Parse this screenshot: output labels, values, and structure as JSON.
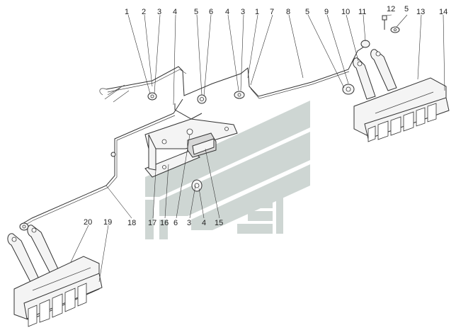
{
  "diagram": {
    "callouts": [
      {
        "id": "c1a",
        "label": "1"
      },
      {
        "id": "c2",
        "label": "2"
      },
      {
        "id": "c3a",
        "label": "3"
      },
      {
        "id": "c4a",
        "label": "4"
      },
      {
        "id": "c5a",
        "label": "5"
      },
      {
        "id": "c6a",
        "label": "6"
      },
      {
        "id": "c4b",
        "label": "4"
      },
      {
        "id": "c3b",
        "label": "3"
      },
      {
        "id": "c1b",
        "label": "1"
      },
      {
        "id": "c7",
        "label": "7"
      },
      {
        "id": "c8",
        "label": "8"
      },
      {
        "id": "c5b",
        "label": "5"
      },
      {
        "id": "c9",
        "label": "9"
      },
      {
        "id": "c10",
        "label": "10"
      },
      {
        "id": "c11",
        "label": "11"
      },
      {
        "id": "c12",
        "label": "12"
      },
      {
        "id": "c5c",
        "label": "5"
      },
      {
        "id": "c13",
        "label": "13"
      },
      {
        "id": "c14",
        "label": "14"
      },
      {
        "id": "c20",
        "label": "20"
      },
      {
        "id": "c19",
        "label": "19"
      },
      {
        "id": "c18",
        "label": "18"
      },
      {
        "id": "c17",
        "label": "17"
      },
      {
        "id": "c16",
        "label": "16"
      },
      {
        "id": "c6b",
        "label": "6"
      },
      {
        "id": "c3c",
        "label": "3"
      },
      {
        "id": "c4c",
        "label": "4"
      },
      {
        "id": "c15",
        "label": "15"
      }
    ],
    "colors": {
      "line": "#333333",
      "watermark": "#c9d2cf"
    }
  }
}
